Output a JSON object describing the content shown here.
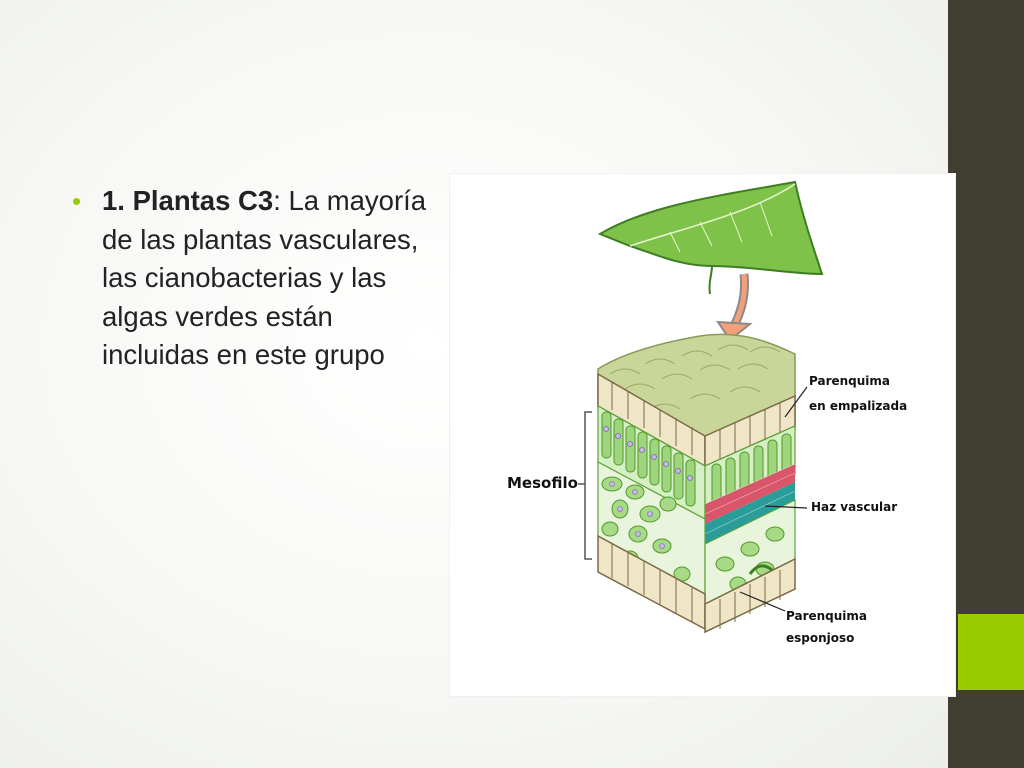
{
  "slide": {
    "bullet": {
      "title": "1. Plantas C3",
      "separator": ":",
      "text": " La mayoría de las plantas vasculares, las cianobacterias y las algas verdes están incluidas en este grupo"
    }
  },
  "diagram": {
    "labels": {
      "mesofilo": "Mesofilo",
      "empalizada_1": "Parenquima",
      "empalizada_2": "en empalizada",
      "haz_vascular": "Haz vascular",
      "esponjoso_1": "Parenquima",
      "esponjoso_2": "esponjoso"
    }
  },
  "colors": {
    "accent": "#99cc00",
    "sidebar": "#403e30",
    "leaf_green": "#7fc24a",
    "xylem": "#d9566a",
    "phloem": "#2a9c9a"
  }
}
